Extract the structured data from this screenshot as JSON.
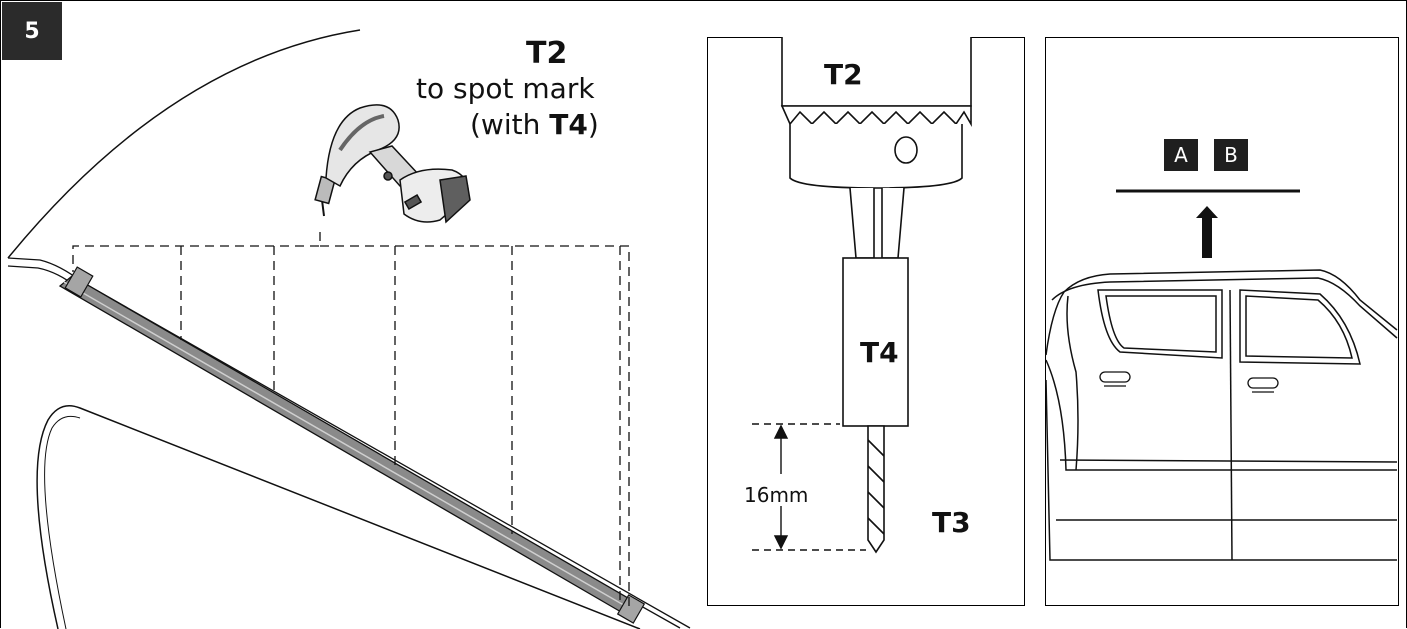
{
  "step": {
    "number": "5"
  },
  "left_panel": {
    "tool_code": "T2",
    "instruction_line1": "to spot mark",
    "instruction_prefix": "(with ",
    "instruction_tool": "T4",
    "instruction_suffix": ")"
  },
  "middle_panel": {
    "chuck_label": "T2",
    "sleeve_label": "T4",
    "bit_label": "T3",
    "depth_label": "16mm"
  },
  "right_panel": {
    "badge_a": "A",
    "badge_b": "B"
  }
}
